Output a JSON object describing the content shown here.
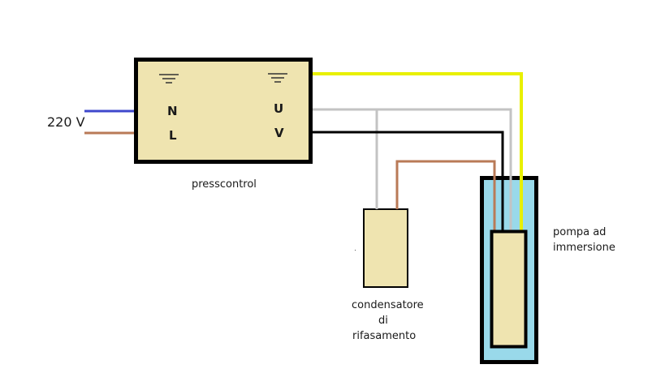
{
  "supply": {
    "voltage_label": "220 V"
  },
  "presscontrol": {
    "label": "presscontrol",
    "terminals": {
      "n": "N",
      "l": "L",
      "u": "U",
      "v": "V"
    }
  },
  "capacitor": {
    "label_lines": [
      "condensatore",
      "di",
      "rifasamento"
    ]
  },
  "pump": {
    "label_lines": [
      "pompa ad",
      "immersione"
    ]
  },
  "icons": {
    "ground": "ground-icon"
  },
  "colors": {
    "box_fill": "#efe4b0",
    "well_water": "#99d9ea",
    "wire_neutral": "#3f48cc",
    "wire_line": "#b97a57",
    "wire_grey": "#c3c3c3",
    "wire_black": "#000000",
    "wire_earth": "#e8f000"
  }
}
